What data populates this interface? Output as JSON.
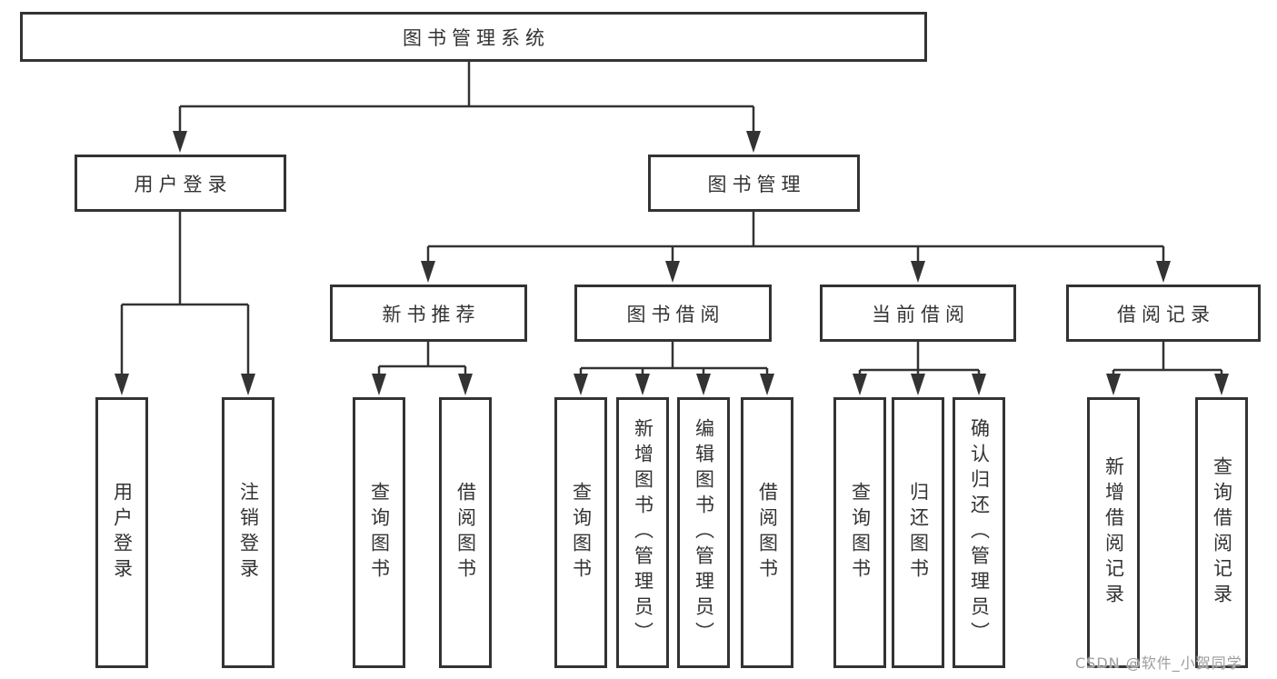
{
  "diagram": {
    "type": "hierarchy-tree",
    "tree": {
      "root": {
        "label": "图书管理系统"
      },
      "children": [
        {
          "label": "用户登录",
          "children": [
            {
              "label": "用户登录"
            },
            {
              "label": "注销登录"
            }
          ]
        },
        {
          "label": "图书管理",
          "children": [
            {
              "label": "新书推荐",
              "children": [
                {
                  "label": "查询图书"
                },
                {
                  "label": "借阅图书"
                }
              ]
            },
            {
              "label": "图书借阅",
              "children": [
                {
                  "label": "查询图书"
                },
                {
                  "label": "新增图书（管理员）"
                },
                {
                  "label": "编辑图书（管理员）"
                },
                {
                  "label": "借阅图书"
                }
              ]
            },
            {
              "label": "当前借阅",
              "children": [
                {
                  "label": "查询图书"
                },
                {
                  "label": "归还图书"
                },
                {
                  "label": "确认归还（管理员）"
                }
              ]
            },
            {
              "label": "借阅记录",
              "children": [
                {
                  "label": "新增借阅记录"
                },
                {
                  "label": "查询借阅记录"
                }
              ]
            }
          ]
        }
      ]
    },
    "colors": {
      "line": "#333333",
      "box_border": "#333333",
      "box_fill": "#ffffff",
      "text": "#333333",
      "background": "#ffffff",
      "watermark": "#9d9d9d"
    }
  },
  "watermark": {
    "text": "CSDN @软件_小贺同学"
  }
}
